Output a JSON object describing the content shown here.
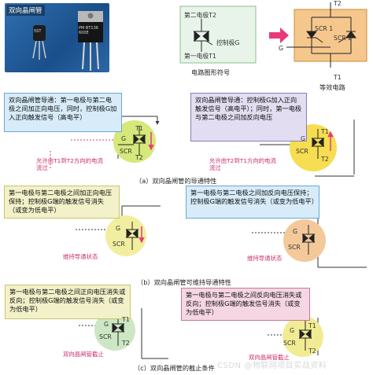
{
  "photo": {
    "label": "双向晶闸管",
    "chip1_text": "5ST",
    "chip2_text": "PM BT136 600E"
  },
  "symbol": {
    "t2_label": "第二电极T2",
    "g_label": "控制极G",
    "t1_label": "第一电极T1",
    "caption": "电路图形符号"
  },
  "equivalent": {
    "t2": "T2",
    "g": "G",
    "t1": "T1",
    "scr1": "SCR 1",
    "scr2": "SCR 2",
    "caption": "等效电路"
  },
  "section_a": {
    "left_text": "双向晶闸管导通：第一电极与第二电极之间加正向电压，同时，控制极G加入正向触发信号（高电平）",
    "right_text": "双向晶闸管导通：控制极G加入正向触发信号（高电平）；同时，第一电极与第二电极之间加反向电压",
    "left_note": "允许由T1到T2方向的电流流过",
    "right_note": "允许由T2到T1方向的电流流过",
    "caption": "（a）双向晶闸管的导通特性"
  },
  "section_b": {
    "left_text": "第一电极与第二电极之间加正向电压保持；控制极G端的触发信号消失（或变为低电平）",
    "right_text": "第一电极与第二电极之间加反向电压保持；控制极G端的触发信号消失（或变为低电平）",
    "left_note": "维持导通状态",
    "right_note": "维持导通状态",
    "caption": "（b）双向晶闸管可维持导通特性"
  },
  "section_c": {
    "left_text": "第一电极与第二电极之间正向电压消失或反向；控制极G端的触发信号消失（或变为低电平）",
    "right_text": "第一电极与第二电极之间反向电压消失或反向；控制极G端的触发信号消失（或变为低电平）",
    "left_note": "双向晶闸管截止",
    "right_note": "双向晶闸管截止",
    "caption": "（c）双向晶闸管的截止条件"
  },
  "device": {
    "t1": "T1",
    "t2": "T2",
    "g": "G",
    "scr": "SCR"
  },
  "watermark": "CSDN @物联网项目实战资料",
  "colors": {
    "accent_pink": "#e8397a",
    "green_circle": "#d5e87a",
    "yellow_circle": "#f6dd52",
    "peach_circle": "#f4c99a",
    "orange_box": "#f6c78c"
  }
}
